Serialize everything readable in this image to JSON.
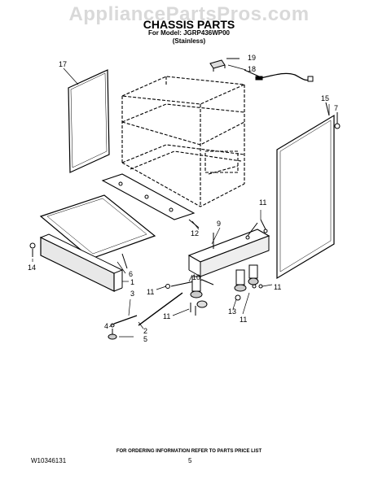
{
  "watermark": "AppliancePartsPros.com",
  "title": "CHASSIS PARTS",
  "subtitle_model": "For Model: JGRP436WP00",
  "subtitle_finish": "(Stainless)",
  "footer_note": "FOR ORDERING INFORMATION REFER TO PARTS PRICE LIST",
  "doc_number": "W10346131",
  "page_number": "5",
  "callouts": {
    "c17": "17",
    "c19": "19",
    "c18": "18",
    "c15": "15",
    "c7": "7",
    "c12": "12",
    "c11a": "11",
    "c9": "9",
    "c14": "14",
    "c6": "6",
    "c10": "10",
    "c1": "1",
    "c11b": "11",
    "c3": "3",
    "c11c": "11",
    "c11d": "11",
    "c13": "13",
    "c11e": "11",
    "c4": "4",
    "c2": "2",
    "c5": "5"
  }
}
